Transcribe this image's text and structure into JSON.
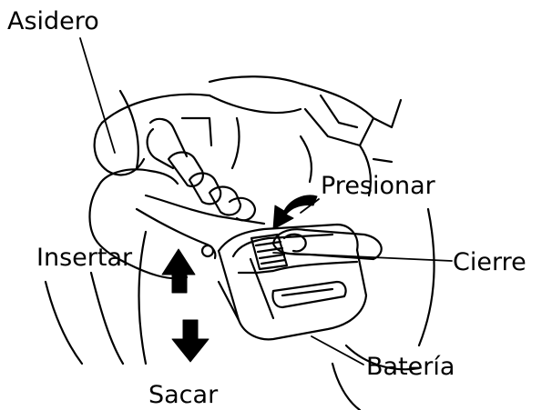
{
  "labels": {
    "asidero": "Asidero",
    "presionar": "Presionar",
    "insertar": "Insertar",
    "cierre": "Cierre",
    "bateria": "Batería",
    "sacar": "Sacar"
  },
  "colors": {
    "ink": "#000000",
    "background": "#ffffff"
  }
}
